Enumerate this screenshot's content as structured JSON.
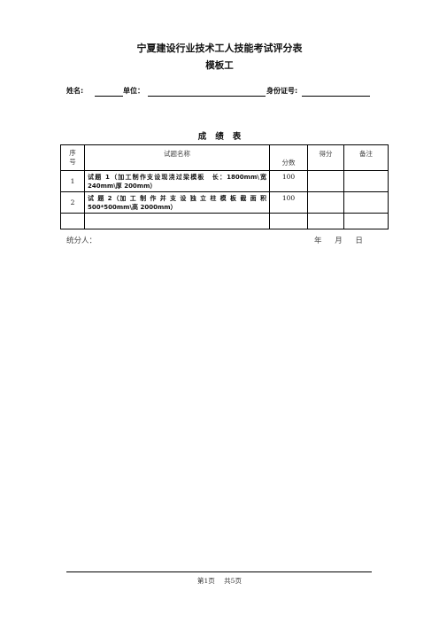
{
  "header": {
    "title": "宁夏建设行业技术工人技能考试评分表",
    "subtitle": "模板工"
  },
  "info": {
    "name_label": "姓名:",
    "unit_label": "单位：",
    "id_label": "身份证号:"
  },
  "score_title": "成绩表",
  "table": {
    "headers": {
      "seq": "序号",
      "name": "试题名称",
      "score": "分数",
      "got": "得分",
      "note": "备注"
    },
    "rows": [
      {
        "seq": "1",
        "name": "试题 1（加工制作支设现浇过梁模板　长：1800mm\\宽240mm\\厚 200mm）",
        "score": "100",
        "got": "",
        "note": ""
      },
      {
        "seq": "2",
        "name": "试 题 2（加 工 制 作 并 支 设 独 立 柱 模 板 截 面 积500*500mm\\高 2000mm）",
        "score": "100",
        "got": "",
        "note": ""
      }
    ]
  },
  "tally_label": "统分人：",
  "date_label": "年 月 日",
  "footer": {
    "page": "第1页 共5页"
  }
}
